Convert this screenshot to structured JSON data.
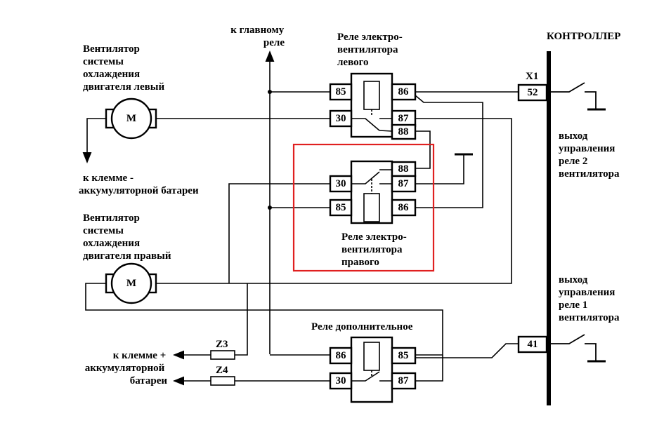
{
  "controller": {
    "title": "КОНТРОЛЛЕР",
    "connector": "X1"
  },
  "pins": {
    "p52": "52",
    "p41": "41"
  },
  "controller_out2": [
    "выход",
    "управления",
    "реле 2",
    "вентилятора"
  ],
  "controller_out1": [
    "выход",
    "управления",
    "реле 1",
    "вентилятора"
  ],
  "to_main_relay": [
    "к главному",
    "реле"
  ],
  "fan_left_label": [
    "Вентилятор",
    "системы",
    "охлаждения",
    "двигателя левый"
  ],
  "fan_right_label": [
    "Вентилятор",
    "системы",
    "охлаждения",
    "двигателя правый"
  ],
  "motor_symbol": "M",
  "battery_minus": [
    "к клемме -",
    "аккумуляторной батареи"
  ],
  "battery_plus": [
    "к клемме +",
    "аккумуляторной",
    "батареи"
  ],
  "fuses": {
    "z3": "Z3",
    "z4": "Z4"
  },
  "relay_left": {
    "label": [
      "Реле электро-",
      "вентилятора",
      "левого"
    ],
    "pins": [
      "85",
      "86",
      "30",
      "87",
      "88"
    ]
  },
  "relay_right": {
    "label": [
      "Реле электро-",
      "вентилятора",
      "правого"
    ],
    "pins": [
      "88",
      "30",
      "87",
      "85",
      "86"
    ]
  },
  "relay_extra": {
    "label": "Реле дополнительное",
    "pins": [
      "86",
      "85",
      "30",
      "87"
    ]
  },
  "highlight_color": "#e02020"
}
